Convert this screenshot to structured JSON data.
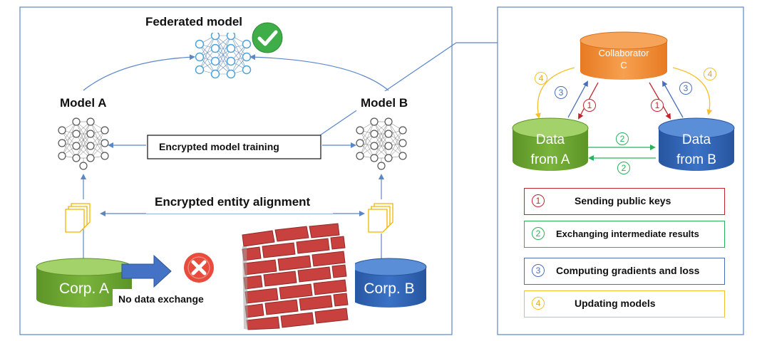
{
  "left_panel": {
    "federated_model_label": "Federated model",
    "model_a_label": "Model A",
    "model_b_label": "Model B",
    "encrypted_training_label": "Encrypted model training",
    "encrypted_alignment_label": "Encrypted entity alignment",
    "corp_a_label": "Corp. A",
    "corp_b_label": "Corp. B",
    "no_exchange_label": "No data exchange"
  },
  "right_panel": {
    "collaborator_line1": "Collaborator",
    "collaborator_line2": "C",
    "data_a_line1": "Data",
    "data_a_line2": "from A",
    "data_b_line1": "Data",
    "data_b_line2": "from B",
    "step_numbers": [
      "1",
      "2",
      "3",
      "4"
    ],
    "legend": [
      {
        "num": "1",
        "text": "Sending public keys",
        "color": "#c0262d"
      },
      {
        "num": "2",
        "text": "Exchanging  intermediate results",
        "color": "#27b35a"
      },
      {
        "num": "3",
        "text": "Computing gradients and loss",
        "color": "#4a6fb8"
      },
      {
        "num": "4",
        "text": "Updating models",
        "color": "#f2c12e"
      }
    ]
  },
  "colors": {
    "panel_border": "#5b87c9",
    "flow_arrow": "#5b87c9",
    "corp_a": "#6ea832",
    "corp_b": "#2e63b7",
    "collaborator": "#f0892e",
    "step1": "#c0262d",
    "step2": "#27b35a",
    "step3": "#4a6fb8",
    "step4": "#f2c12e",
    "brick": "#c8413f"
  },
  "icons": [
    "neural-network-icon",
    "check-icon",
    "cross-icon",
    "document-stack-icon",
    "firewall-icon",
    "database-icon"
  ]
}
